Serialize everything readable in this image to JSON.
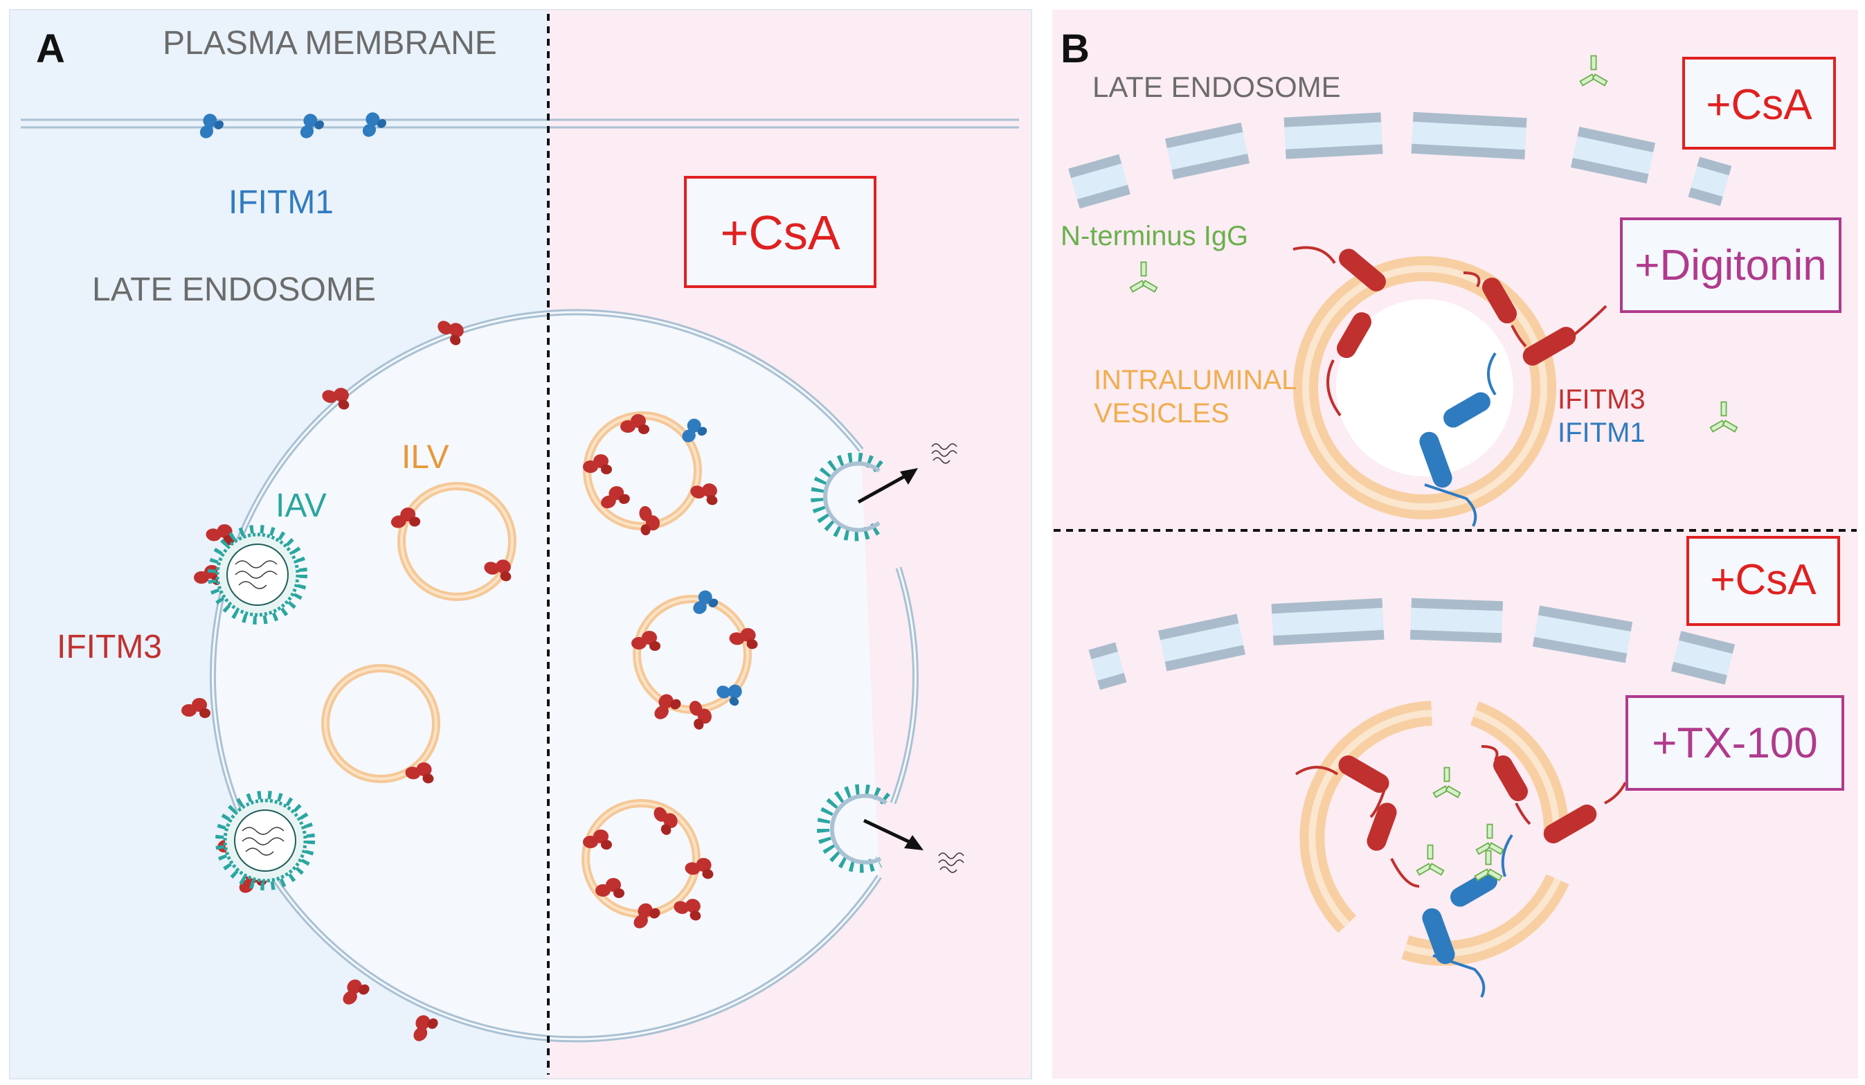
{
  "panel_a": {
    "letter": "A",
    "plasma_membrane": "PLASMA MEMBRANE",
    "ifitm1": "IFITM1",
    "late_endosome": "LATE ENDOSOME",
    "ilv": "ILV",
    "iav": "IAV",
    "ifitm3": "IFITM3",
    "csa_box": "+CsA"
  },
  "panel_b": {
    "letter": "B",
    "late_endosome": "LATE ENDOSOME",
    "csa_box_top": "+CsA",
    "digitonin_box": "+Digitonin",
    "n_terminus_igg": "N-terminus IgG",
    "intraluminal_line1": "INTRALUMINAL",
    "intraluminal_line2": "VESICLES",
    "ifitm3": "IFITM3",
    "ifitm1": "IFITM1",
    "csa_box_bottom": "+CsA",
    "tx100_box": "+TX-100"
  },
  "colors": {
    "left_bg": "#eaf2fb",
    "right_bg": "#fcecf3",
    "ifitm3": "#c0302e",
    "ifitm1": "#2f7bc0",
    "ilv": "#f5c897",
    "iav": "#2aa6a0",
    "csa": "#e02020",
    "detergent": "#b03a8c",
    "igg": "#6ab04c",
    "text_grey": "#6b6b6b"
  }
}
